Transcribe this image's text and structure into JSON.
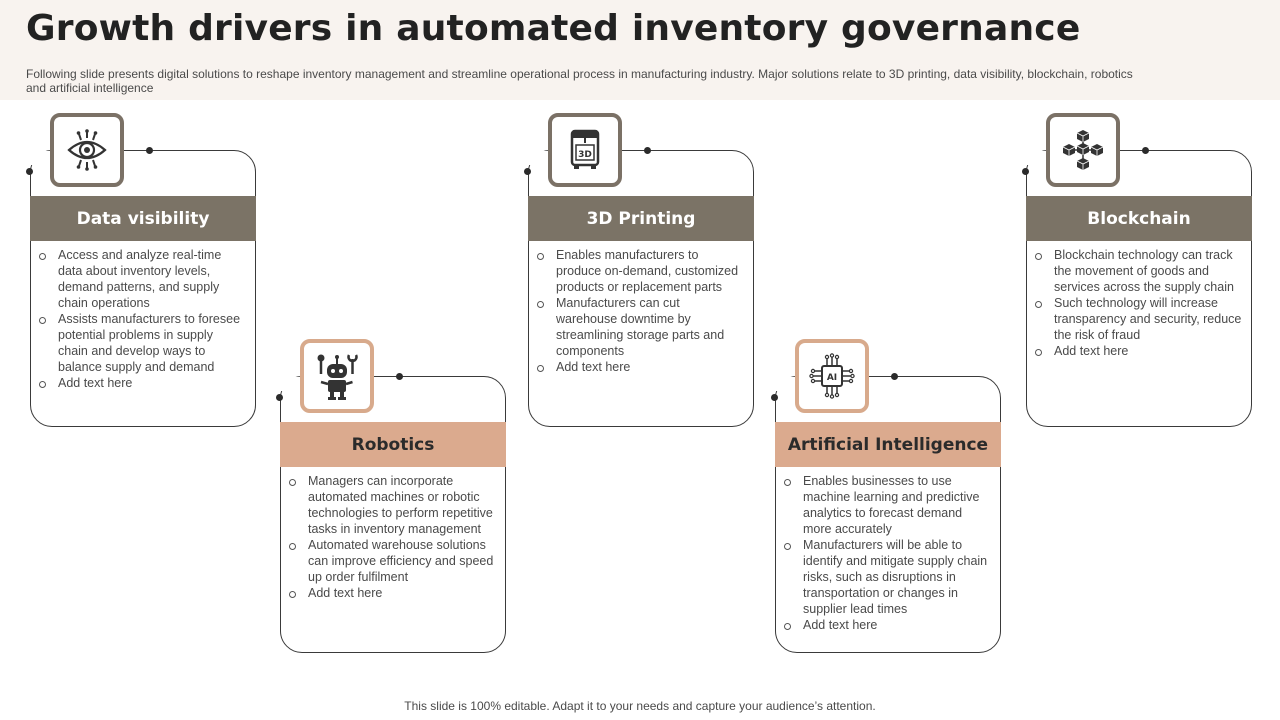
{
  "title": "Growth drivers in automated inventory governance",
  "subtitle": "Following slide presents digital solutions to reshape inventory management and streamline operational process in manufacturing industry. Major solutions relate to 3D printing, data visibility, blockchain, robotics and artificial intelligence",
  "footer": "This slide is 100% editable. Adapt it to your needs and capture your audience’s attention.",
  "colors": {
    "dark_band": "#7b7366",
    "tan_band": "#dbaa8e",
    "header_bg": "#f8f3ef"
  },
  "cards": [
    {
      "icon": "eye-circuit-icon",
      "title": "Data visibility",
      "bullets": [
        "Access and analyze real-time data about inventory levels, demand patterns, and supply chain operations",
        "Assists manufacturers to foresee potential problems in supply chain and develop ways to balance supply and demand",
        "Add text here"
      ]
    },
    {
      "icon": "robot-icon",
      "title": "Robotics",
      "bullets": [
        "Managers can incorporate automated machines or robotic technologies to perform repetitive tasks in inventory management",
        "Automated warehouse solutions can improve efficiency and speed up order fulfilment",
        "Add text here"
      ]
    },
    {
      "icon": "3d-printer-icon",
      "icon_label": "3D",
      "title": "3D Printing",
      "bullets": [
        "Enables manufacturers to produce on-demand, customized products or replacement parts",
        "Manufacturers can cut warehouse downtime by streamlining storage parts and components",
        "Add text here"
      ]
    },
    {
      "icon": "ai-chip-icon",
      "icon_label": "AI",
      "title": "Artificial Intelligence",
      "bullets": [
        "Enables businesses to use machine learning and predictive analytics to forecast demand more accurately",
        "Manufacturers will be able to identify and mitigate supply chain risks, such as disruptions in transportation or changes in supplier lead times",
        "Add text here"
      ]
    },
    {
      "icon": "blockchain-icon",
      "title": "Blockchain",
      "bullets": [
        "Blockchain technology can track the movement of goods and services across the supply chain",
        "Such technology will increase transparency and security, reduce the risk of fraud",
        "Add text here"
      ]
    }
  ]
}
